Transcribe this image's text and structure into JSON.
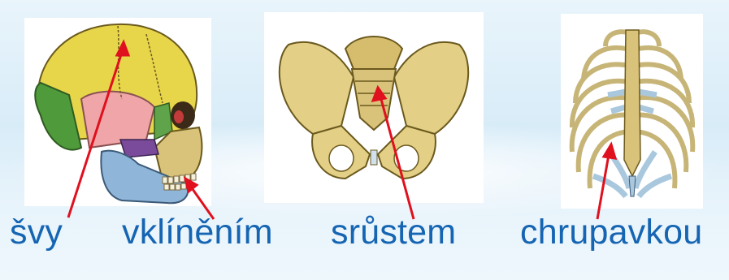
{
  "labels": {
    "sutures": "švy",
    "gomphosis": "vklíněním",
    "synostosis": "srůstem",
    "cartilage": "chrupavkou"
  },
  "illustrations": {
    "skull": "skull-lateral-illustration",
    "pelvis": "pelvis-illustration",
    "ribcage": "ribcage-illustration"
  },
  "colors": {
    "label": "#1565b3",
    "arrow": "#e0101e",
    "bone": "#d9c27a",
    "cartilage": "#a9c8de",
    "background": "#d8ecf8"
  }
}
